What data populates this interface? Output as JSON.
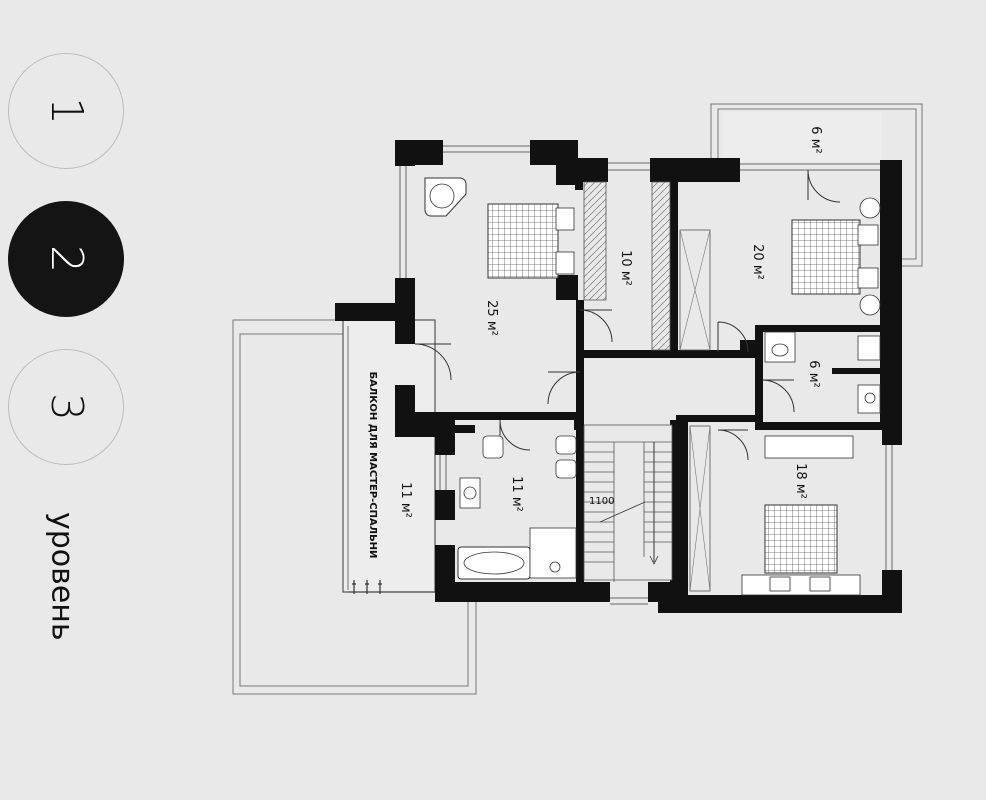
{
  "levels": [
    {
      "label": "1",
      "active": false
    },
    {
      "label": "2",
      "active": true
    },
    {
      "label": "3",
      "active": false
    }
  ],
  "level_caption": "уровень",
  "plan": {
    "rooms": {
      "balcony_top": "6 м²",
      "master_bedroom": "25 м²",
      "wardrobe": "10 м²",
      "bedroom_2": "20 м²",
      "bathroom_small": "6 м²",
      "bathroom_master": "11 м²",
      "bedroom_3": "18 м²",
      "master_balcony": "11 м²"
    },
    "master_balcony_caption": "БАЛКОН ДЛЯ МАСТЕР-СПАЛЬНИ",
    "stair_dimension": "1100"
  },
  "colors": {
    "background": "#e9e9e9",
    "wall": "#111111",
    "active_level": "#141414",
    "circle_border": "#bdbdbd"
  }
}
